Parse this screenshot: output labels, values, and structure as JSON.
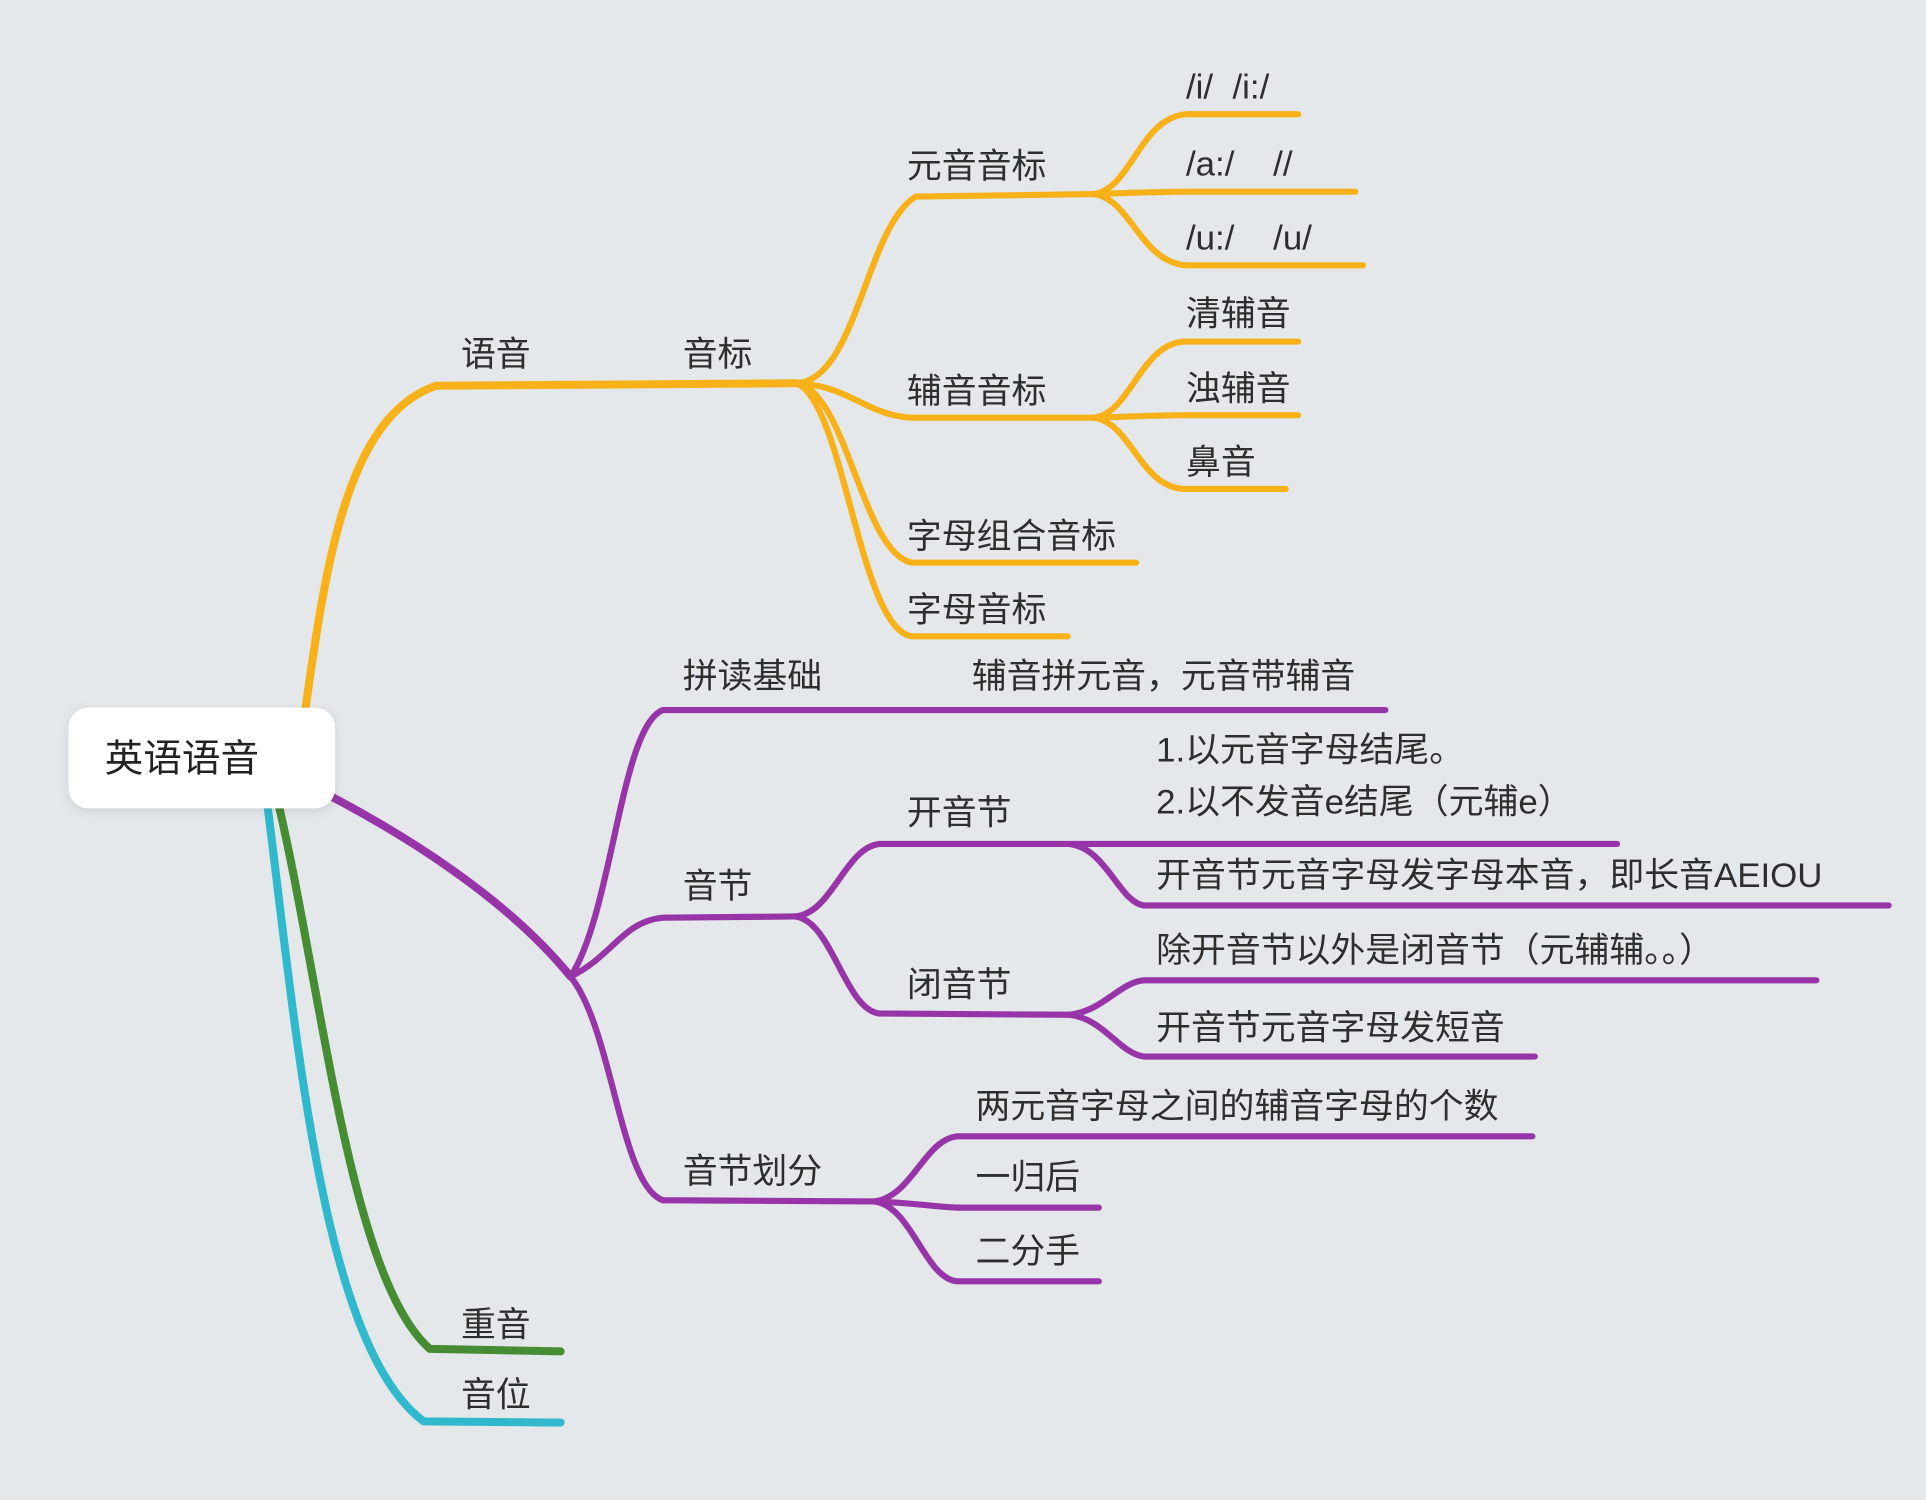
{
  "colors": {
    "background": "#E4E8EB",
    "branch_yellow": "#F8B119",
    "branch_purple": "#9735A8",
    "branch_green": "#468C33",
    "branch_cyan": "#30B9CC",
    "text": "#2E2E2E",
    "root_box": "#FFFFFF"
  },
  "root": {
    "label": "英语语音"
  },
  "yuyin": {
    "label": "语音",
    "yinbiao": {
      "label": "音标",
      "vowel": {
        "label": "元音音标",
        "items": [
          "/i/  /i:/",
          "/a:/    //",
          "/u:/    /u/"
        ]
      },
      "consonant": {
        "label": "辅音音标",
        "items": [
          "清辅音",
          "浊辅音",
          "鼻音"
        ]
      },
      "letter_combo_label": "字母组合音标",
      "letter_label": "字母音标"
    }
  },
  "pinref": {
    "label": "拼读基础",
    "note": "辅音拼元音，元音带辅音"
  },
  "syllable": {
    "label": "音节",
    "open": {
      "label": "开音节",
      "rules": [
        "1.以元音字母结尾。",
        "2.以不发音e结尾（元辅e）"
      ],
      "note": "开音节元音字母发字母本音，即长音AEIOU"
    },
    "closed": {
      "label": "闭音节",
      "rule": "除开音节以外是闭音节（元辅辅。。）",
      "note": "开音节元音字母发短音"
    }
  },
  "division": {
    "label": "音节划分",
    "items": [
      "两元音字母之间的辅音字母的个数",
      "一归后",
      "二分手"
    ]
  },
  "stress": {
    "label": "重音"
  },
  "phoneme": {
    "label": "音位"
  }
}
